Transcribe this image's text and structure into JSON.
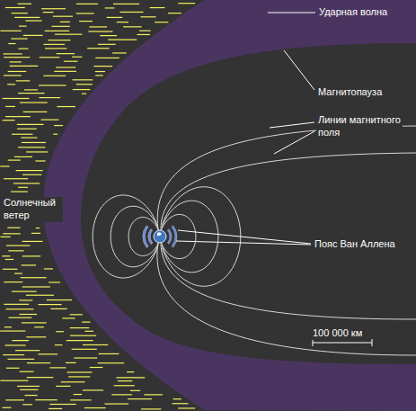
{
  "diagram": {
    "labels": [
      "Ударная волна",
      "Магнитопауза",
      "Линии магнитного поля",
      "Пояс Ван Аллена",
      "Солнечный ветер",
      "100 000 км"
    ]
  }
}
